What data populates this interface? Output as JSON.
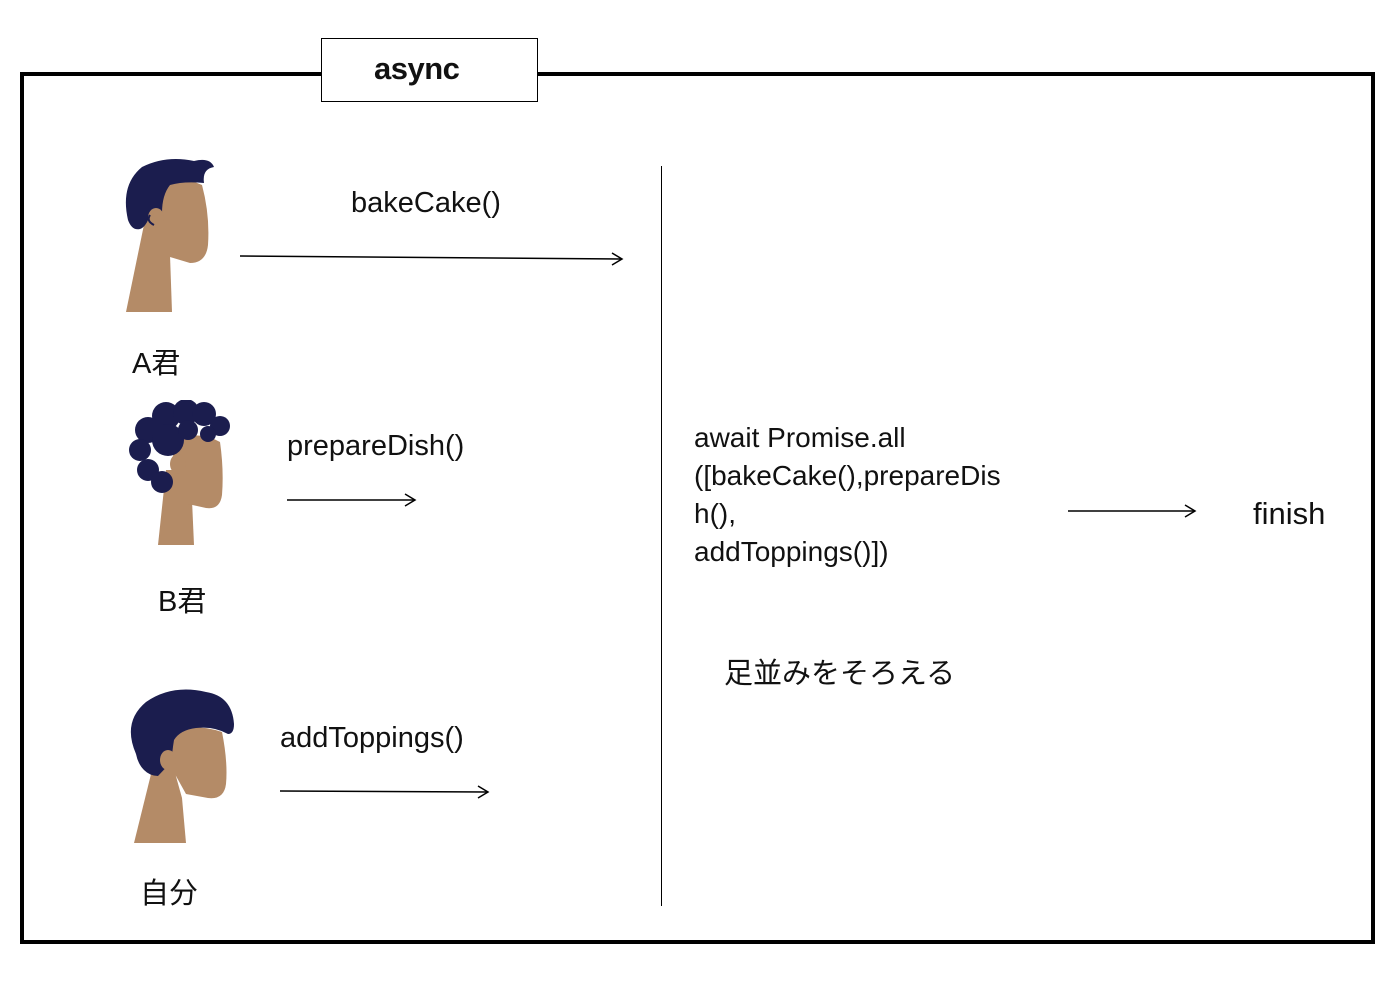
{
  "title": "async",
  "people": [
    {
      "label": "A君",
      "task": "bakeCake()"
    },
    {
      "label": "B君",
      "task": "prepareDish()"
    },
    {
      "label": "自分",
      "task": "addToppings()"
    }
  ],
  "code_lines": [
    "await Promise.all",
    "([bakeCake(),prepareDis",
    "h(),",
    "addToppings()])"
  ],
  "caption": "足並みをそろえる",
  "result": "finish",
  "colors": {
    "hair": "#1b1d4e",
    "skin": "#b48b67",
    "border": "#000000"
  },
  "icons": [
    "person-straight-hair-icon",
    "person-curly-hair-icon",
    "person-wavy-hair-icon"
  ]
}
